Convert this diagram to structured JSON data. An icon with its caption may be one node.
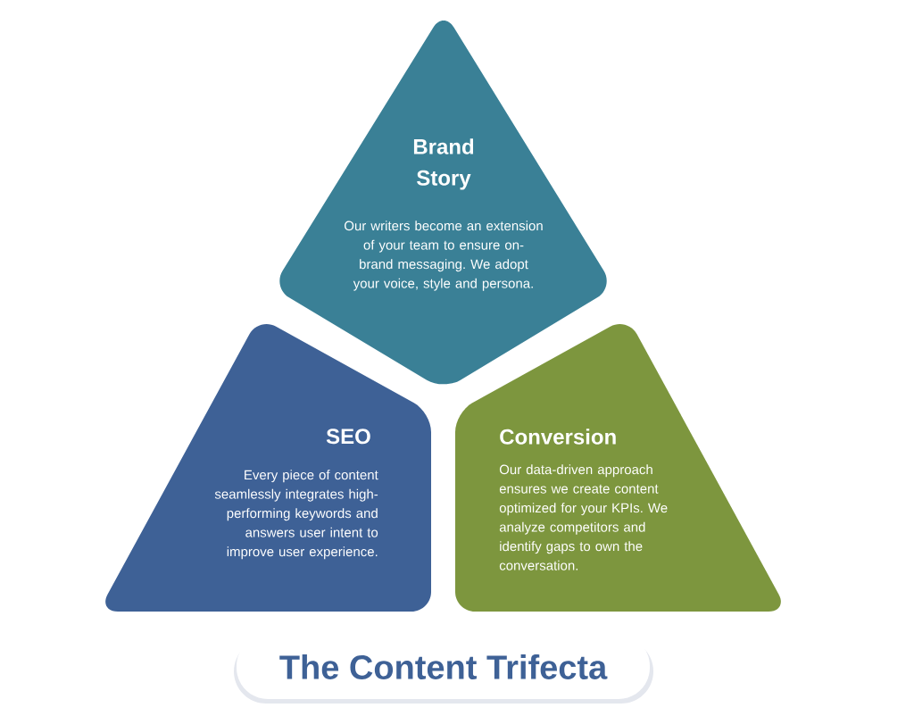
{
  "diagram": {
    "title": "The Content Trifecta",
    "nodes": [
      {
        "text": [
          "Brand Story",
          "Our writers become an extension of your team to ensure on-brand messaging. We adopt your voice, style and persona."
        ]
      },
      {
        "text": [
          "SEO",
          "Every piece of content seamlessly integrates high-performing keywords and answers user intent to improve user experience."
        ]
      },
      {
        "text": [
          "Conversion",
          "Our data-driven approach ensures we create content optimized for your KPIs. We analyze competitors and identify gaps to own the conversation."
        ]
      }
    ]
  }
}
